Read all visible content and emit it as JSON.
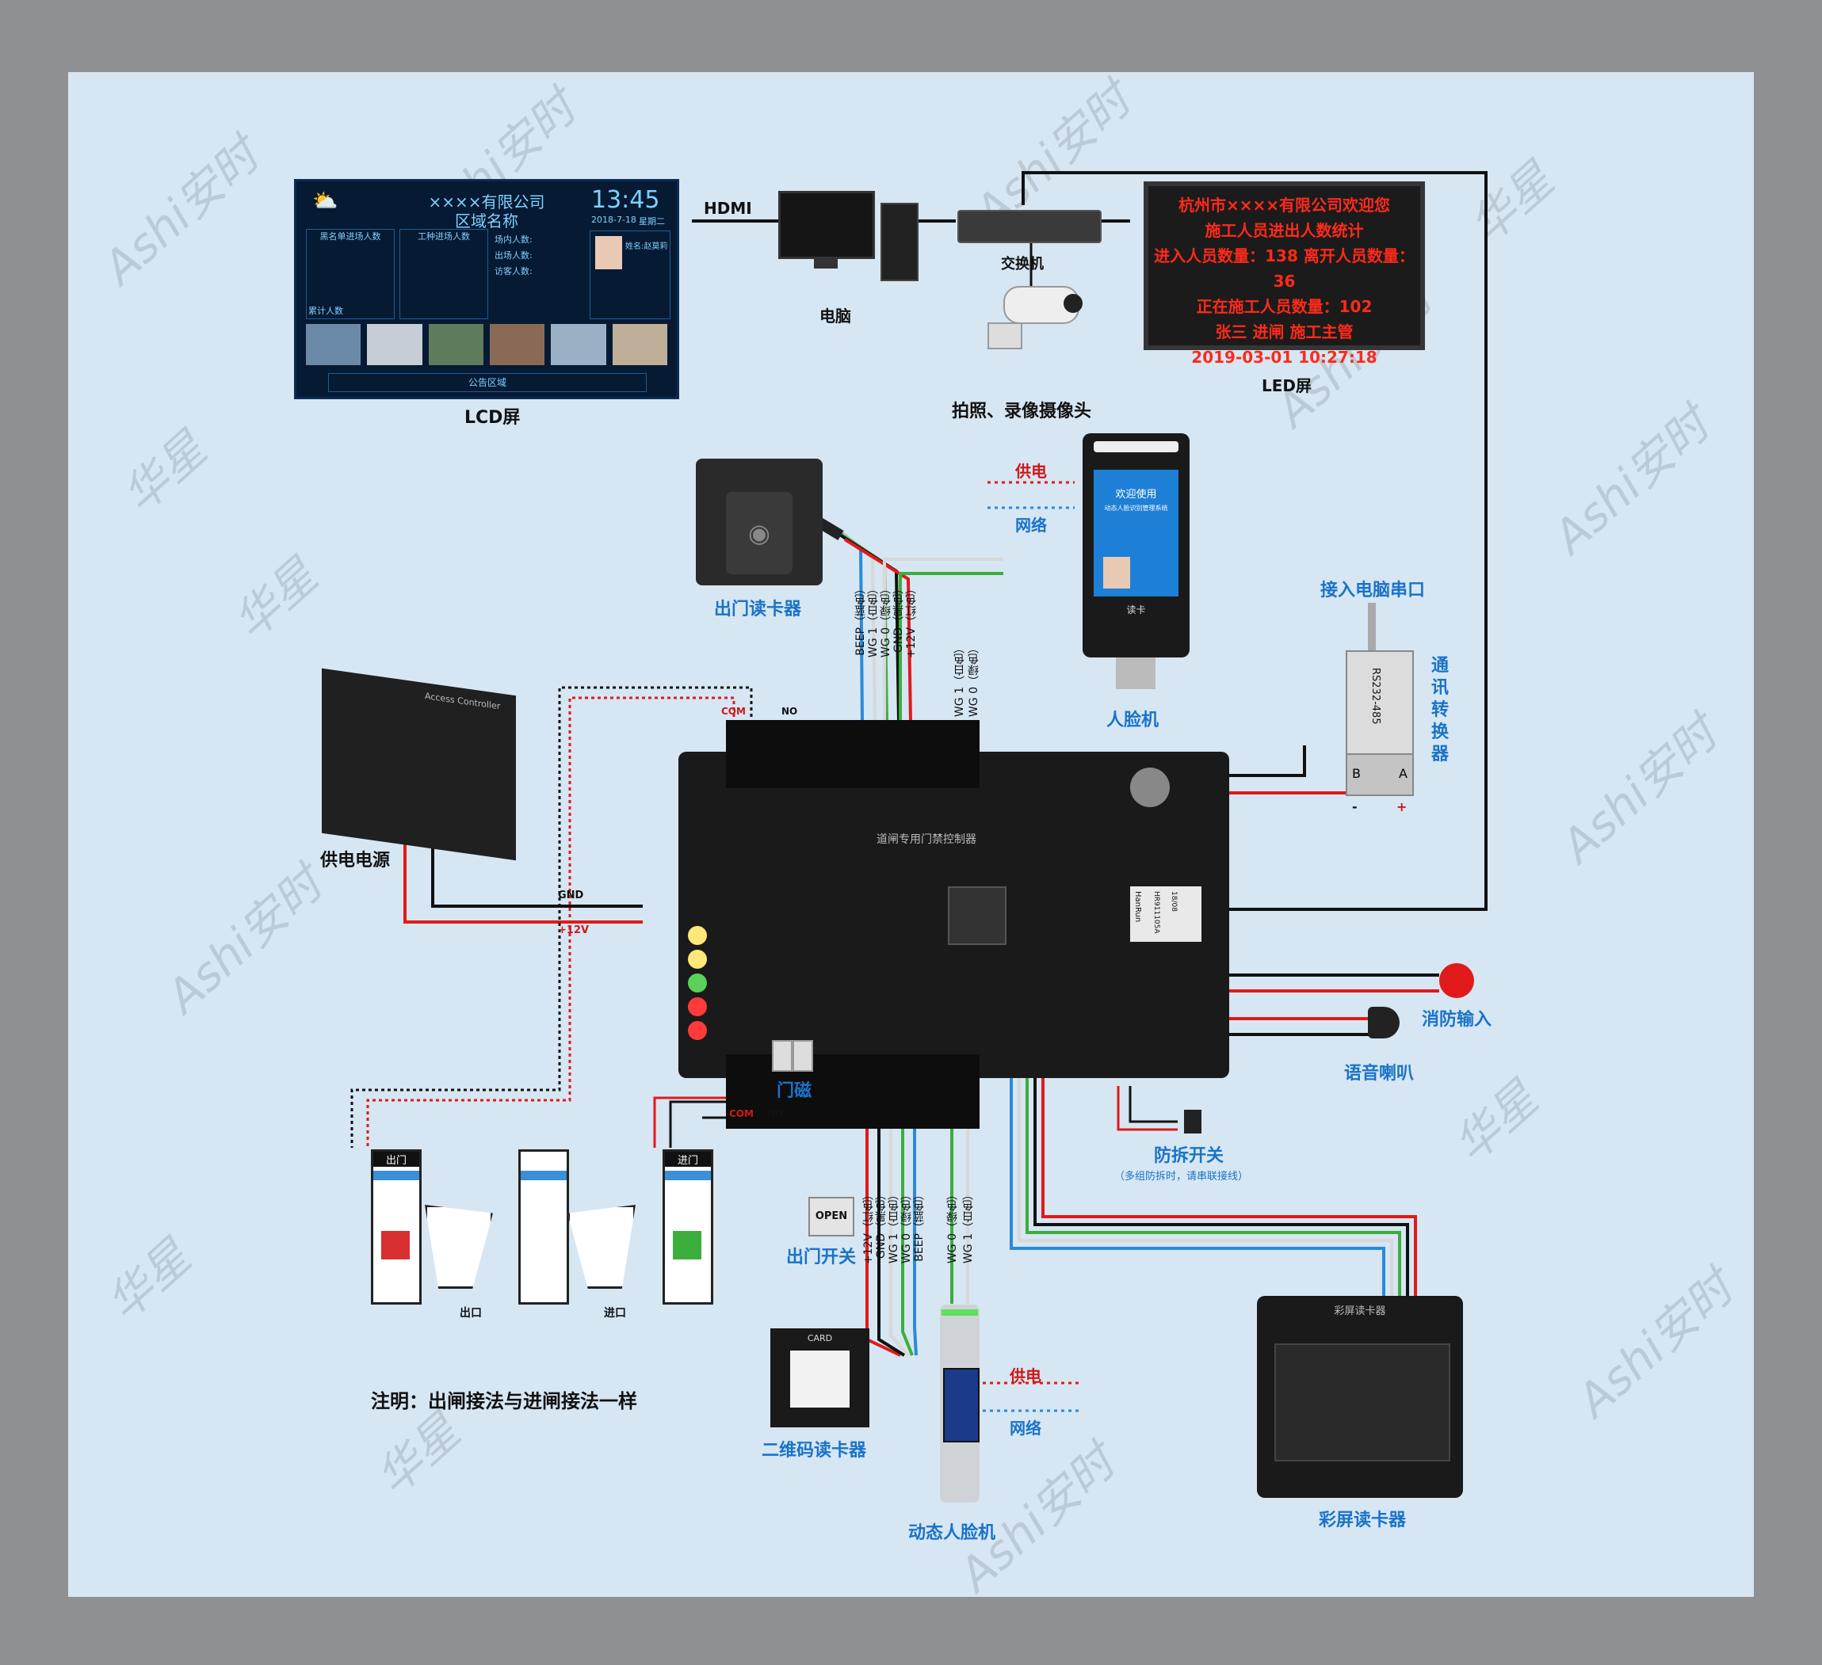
{
  "lcd_screen": {
    "label": "LCD屏",
    "company": "××××有限公司",
    "area": "区域名称",
    "time": "13:45",
    "date": "2018-7-18",
    "weekday": "星期二",
    "weather_icon": "cloud-sun-icon",
    "panel1_title": "黑名单进场人数",
    "panel2_title": "工种进场人数",
    "stat1": "场内人数:",
    "stat2": "出场人数:",
    "stat3": "访客人数:",
    "total": "累计人数",
    "footer": "公告区域",
    "person_name": "姓名:赵莫莉"
  },
  "hdmi_label": "HDMI",
  "computer_label": "电脑",
  "switch_label": "交换机",
  "camera_label": "拍照、录像摄像头",
  "led_screen": {
    "label": "LED屏",
    "lines": [
      "杭州市××××有限公司欢迎您",
      "施工人员进出人数统计",
      "进入人员数量：138  离开人员数量：36",
      "正在施工人员数量：102",
      "张三   进闸   施工主管",
      "2019-03-01  10:27:18"
    ]
  },
  "exit_card_reader": {
    "label": "出门读卡器",
    "wires": [
      "BEEP（蓝色）",
      "WG 1（白色）",
      "WG 0（绿色）",
      "GND（黑色）",
      "+12V（红色）"
    ]
  },
  "face_terminal": {
    "label": "人脸机",
    "power_label": "供电",
    "network_label": "网络",
    "screen_title": "欢迎使用",
    "screen_sub": "动态人脸识别管理系统",
    "card_label": "读卡",
    "wires": [
      "WG 1（白色）",
      "WG 0（绿色）"
    ]
  },
  "converter": {
    "top_label": "接入电脑串口",
    "side_label": "通讯转换器",
    "body_text": "RS232-485",
    "b_label": "B",
    "a_label": "A",
    "minus": "-",
    "plus": "+"
  },
  "power_supply": {
    "label": "供电电源",
    "brand": "Access Controller",
    "gnd": "GND",
    "v12": "+12V"
  },
  "controller": {
    "title": "道闸专用门禁控制器",
    "com_top": "COM",
    "no_top": "NO",
    "com_bottom": "COM",
    "no_bottom": "NO",
    "chip_brand": "HanRun",
    "chip_model": "HR911105A",
    "chip_date": "18/08"
  },
  "fire_input_label": "消防输入",
  "speaker_label": "语音喇叭",
  "tamper": {
    "label": "防拆开关",
    "note": "（多组防拆时，请串联接线）"
  },
  "door_magnet_label": "门磁",
  "exit_button": {
    "label": "出门开关",
    "button_text": "OPEN"
  },
  "gates": {
    "exit_tag": "出门",
    "enter_tag": "进门",
    "exit_way": "出口",
    "enter_way": "进口"
  },
  "note": "注明：出闸接法与进闸接法一样",
  "qr_reader": {
    "label": "二维码读卡器",
    "card_text": "CARD"
  },
  "bottom_wires": [
    "+12V（红色）",
    "GND（黑色）",
    "WG 1（白色）",
    "WG 0（绿色）",
    "BEEP（蓝色）",
    "WG 0（绿色）",
    "WG 1（白色）"
  ],
  "dynamic_face": {
    "label": "动态人脸机",
    "power_label": "供电",
    "network_label": "网络"
  },
  "color_reader": {
    "label": "彩屏读卡器",
    "board_text": "彩屏读卡器"
  },
  "watermark_texts": [
    "Ashi安时",
    "华星"
  ],
  "colors": {
    "panel_bg": "#d6e6f3",
    "wire_red": "#e01a1a",
    "wire_blue": "#2a8ad8",
    "wire_green": "#3cae3c",
    "wire_black": "#111111",
    "wire_white": "#d8d8d8",
    "label_blue": "#1a73c8"
  }
}
